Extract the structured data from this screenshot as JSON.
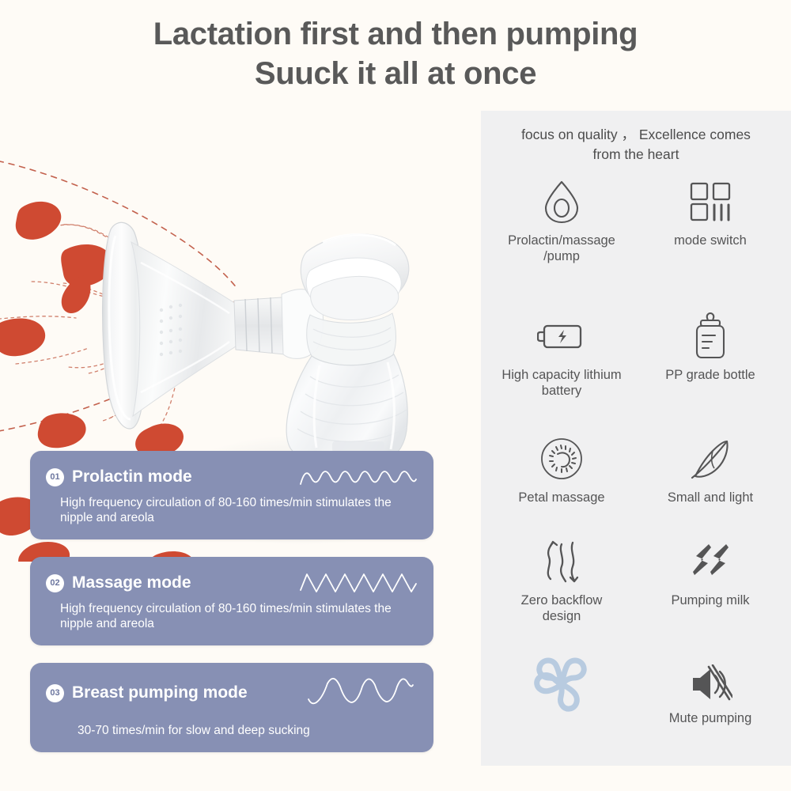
{
  "title": {
    "line1": "Lactation first and then pumping",
    "line2": "Suuck it all at once"
  },
  "colors": {
    "background": "#fefbf6",
    "card": "#8790b4",
    "panel": "#f0f0f1",
    "title_text": "#595959",
    "icon_stroke": "#555556",
    "duct_red": "#cf4a32",
    "flower_blue": "#b8cbe0"
  },
  "illustration": {
    "name": "breast-pump-product-photo",
    "duct_shapes": 8,
    "dashed_paths": true
  },
  "mode_cards": [
    {
      "number": "01",
      "title": "Prolactin mode",
      "desc": "High frequency circulation of 80-160 times/min\nstimulates the nipple and areola",
      "wave": "high-frequency-sine",
      "wave_cycles": 6
    },
    {
      "number": "02",
      "title": "Massage mode",
      "desc": "High frequency circulation of 80-160 times/min\nstimulates the nipple and areola",
      "wave": "triangle-zigzag",
      "wave_cycles": 6
    },
    {
      "number": "03",
      "title": "Breast pumping mode",
      "desc": "30-70 times/min for slow and deep sucking",
      "wave": "low-frequency-sine",
      "wave_cycles": 3
    }
  ],
  "panel": {
    "heading_line1": "focus on quality ，  Excellence comes",
    "heading_line2": "from the heart",
    "features": [
      {
        "icon": "droplet-icon",
        "label": "Prolactin/massage\n/pump"
      },
      {
        "icon": "mode-switch-icon",
        "label": "mode switch"
      },
      {
        "icon": "battery-icon",
        "label": "High capacity lithium\nbattery"
      },
      {
        "icon": "baby-bottle-icon",
        "label": "PP grade bottle"
      },
      {
        "icon": "petal-massage-icon",
        "label": "Petal massage"
      },
      {
        "icon": "feather-icon",
        "label": "Small and light"
      },
      {
        "icon": "airflow-waves-icon",
        "label": "Zero backflow\ndesign"
      },
      {
        "icon": "double-bolt-icon",
        "label": "Pumping milk"
      },
      {
        "icon": "flower-petal-icon",
        "label": ""
      },
      {
        "icon": "mute-speaker-icon",
        "label": "Mute pumping"
      }
    ]
  }
}
